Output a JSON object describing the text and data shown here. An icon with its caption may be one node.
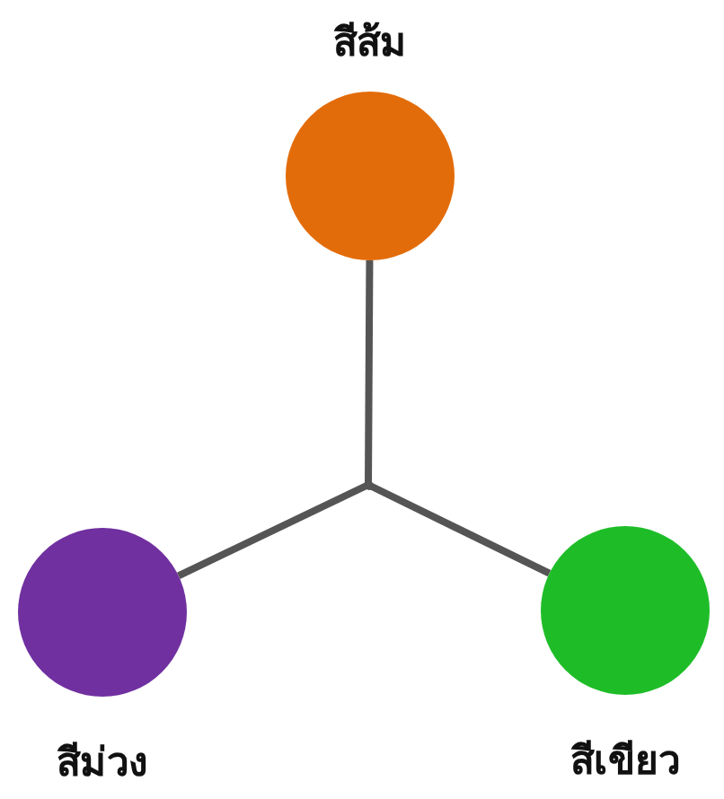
{
  "diagram": {
    "nodes": [
      {
        "text": [
          "สีส้ม"
        ]
      },
      {
        "text": [
          "สีม่วง"
        ]
      },
      {
        "text": [
          "สีเขียว"
        ]
      },
      {
        "text": [],
        "shape": "dot"
      }
    ],
    "edges": [
      {
        "from": 0,
        "to": 3,
        "arrow": "none"
      },
      {
        "from": 1,
        "to": 3,
        "arrow": "none"
      },
      {
        "from": 2,
        "to": 3,
        "arrow": "none"
      }
    ]
  }
}
